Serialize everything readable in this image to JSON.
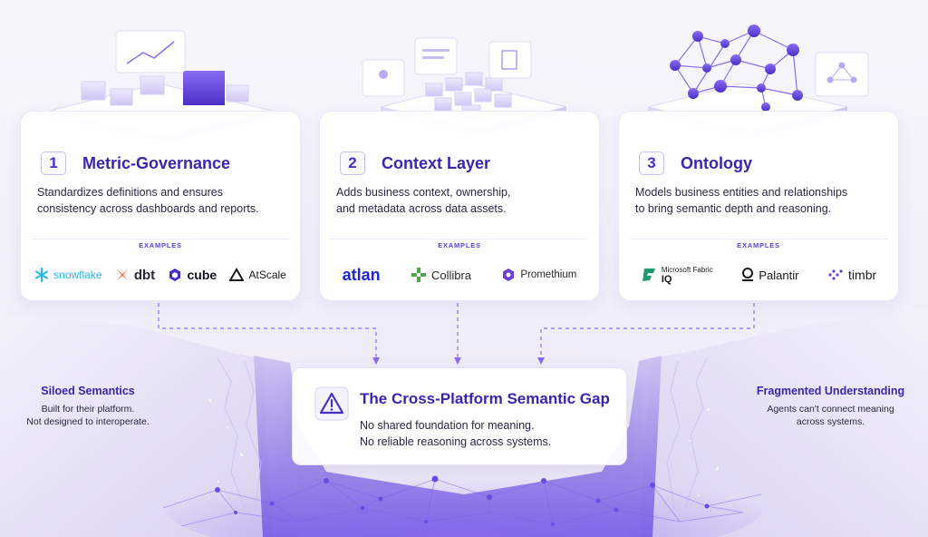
{
  "cards": [
    {
      "number": "1",
      "title": "Metric-Governance",
      "desc_line1": "Standardizes definitions and ensures",
      "desc_line2": "consistency across dashboards and reports.",
      "examples_label": "EXAMPLES",
      "logos": [
        "snowflake",
        "dbt",
        "cube",
        "AtScale"
      ]
    },
    {
      "number": "2",
      "title": "Context Layer",
      "desc_line1": "Adds business context, ownership,",
      "desc_line2": "and metadata across data assets.",
      "examples_label": "EXAMPLES",
      "logos": [
        "atlan",
        "Collibra",
        "Promethium"
      ]
    },
    {
      "number": "3",
      "title": "Ontology",
      "desc_line1": "Models business entities and relationships",
      "desc_line2": "to bring semantic depth and reasoning.",
      "examples_label": "EXAMPLES",
      "logos": [
        "Microsoft Fabric",
        "IQ",
        "Palantir",
        "timbr"
      ]
    }
  ],
  "gap": {
    "title": "The Cross-Platform Semantic Gap",
    "line1": "No shared foundation for meaning.",
    "line2": "No reliable reasoning across systems."
  },
  "left_note": {
    "title": "Siloed Semantics",
    "line1": "Built for their platform.",
    "line2": "Not designed to interoperate."
  },
  "right_note": {
    "title": "Fragmented Understanding",
    "line1": "Agents can't connect meaning",
    "line2": "across systems."
  },
  "colors": {
    "accent": "#3b25b0",
    "accent_light": "#8b6cf0",
    "snowflake": "#29b5e8",
    "dbt": "#fe6b3c",
    "atlan": "#2026d2",
    "collibra": "#4fa848",
    "palantir": "#1a1a1a"
  },
  "icons": [
    "warning-icon",
    "snowflake-icon",
    "dbt-icon",
    "cube-icon",
    "atscale-icon",
    "atlan-icon",
    "collibra-icon",
    "promethium-icon",
    "fabric-icon",
    "palantir-icon",
    "timbr-icon"
  ]
}
